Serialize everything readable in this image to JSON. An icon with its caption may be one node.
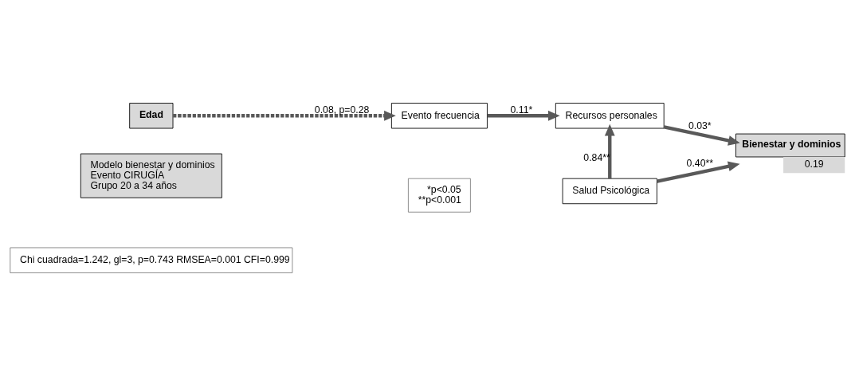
{
  "diagram": {
    "nodes": [
      {
        "text": [
          "Modelo bienestar y dominios",
          "Evento CIRUGÍA",
          "Grupo 20 a 34 años"
        ]
      },
      {
        "text": [
          "Recursos personales"
        ]
      },
      {
        "text": [
          "Edad"
        ]
      },
      {
        "text": [
          "Evento frecuencia"
        ]
      },
      {
        "text": [
          "Salud Psicológica"
        ]
      },
      {
        "text": [
          "Bienestar y dominios"
        ],
        "beside": [
          "0.19"
        ]
      },
      {
        "text": [
          "Chi cuadrada=1.242, gl=3, p=0.743 RMSEA=0.001 CFI=0.999"
        ]
      },
      {
        "text": [
          "*p<0.05",
          "**p<0.001"
        ]
      }
    ],
    "edges": [
      {
        "from": 2,
        "to": 3,
        "arrow": "to",
        "label": "0.08, p=0.28",
        "style": "dashed"
      },
      {
        "from": 3,
        "to": 1,
        "arrow": "to",
        "label": "0.11*"
      },
      {
        "from": 4,
        "to": 1,
        "arrow": "to",
        "label": "0.84**"
      },
      {
        "from": 1,
        "to": 5,
        "arrow": "to",
        "label": "0.03*"
      },
      {
        "from": 4,
        "to": 5,
        "arrow": "to",
        "label": "0.40**"
      }
    ]
  }
}
